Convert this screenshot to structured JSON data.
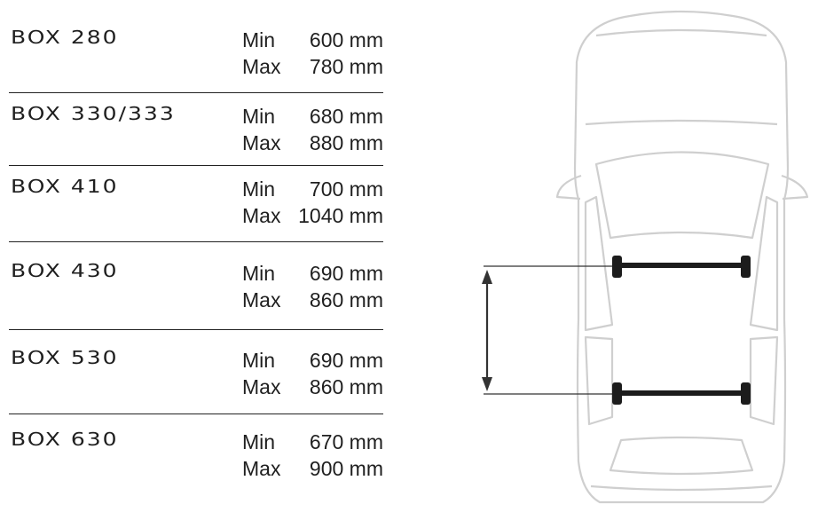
{
  "boxes": [
    {
      "model": "BOX 280",
      "min_label": "Min",
      "min_value": "600 mm",
      "max_label": "Max",
      "max_value": "780 mm"
    },
    {
      "model": "BOX 330/333",
      "min_label": "Min",
      "min_value": "680 mm",
      "max_label": "Max",
      "max_value": "880 mm"
    },
    {
      "model": "BOX 410",
      "min_label": "Min",
      "min_value": "700 mm",
      "max_label": "Max",
      "max_value": "1040 mm"
    },
    {
      "model": "BOX 430",
      "min_label": "Min",
      "min_value": "690 mm",
      "max_label": "Max",
      "max_value": "860 mm"
    },
    {
      "model": "BOX 530",
      "min_label": "Min",
      "min_value": "690 mm",
      "max_label": "Max",
      "max_value": "860 mm"
    },
    {
      "model": "BOX 630",
      "min_label": "Min",
      "min_value": "670 mm",
      "max_label": "Max",
      "max_value": "900 mm"
    }
  ],
  "colors": {
    "car_outline": "#cfcfcf",
    "crossbar": "#1c1c1c",
    "dimension_line": "#333333",
    "text": "#1f1f1f"
  }
}
